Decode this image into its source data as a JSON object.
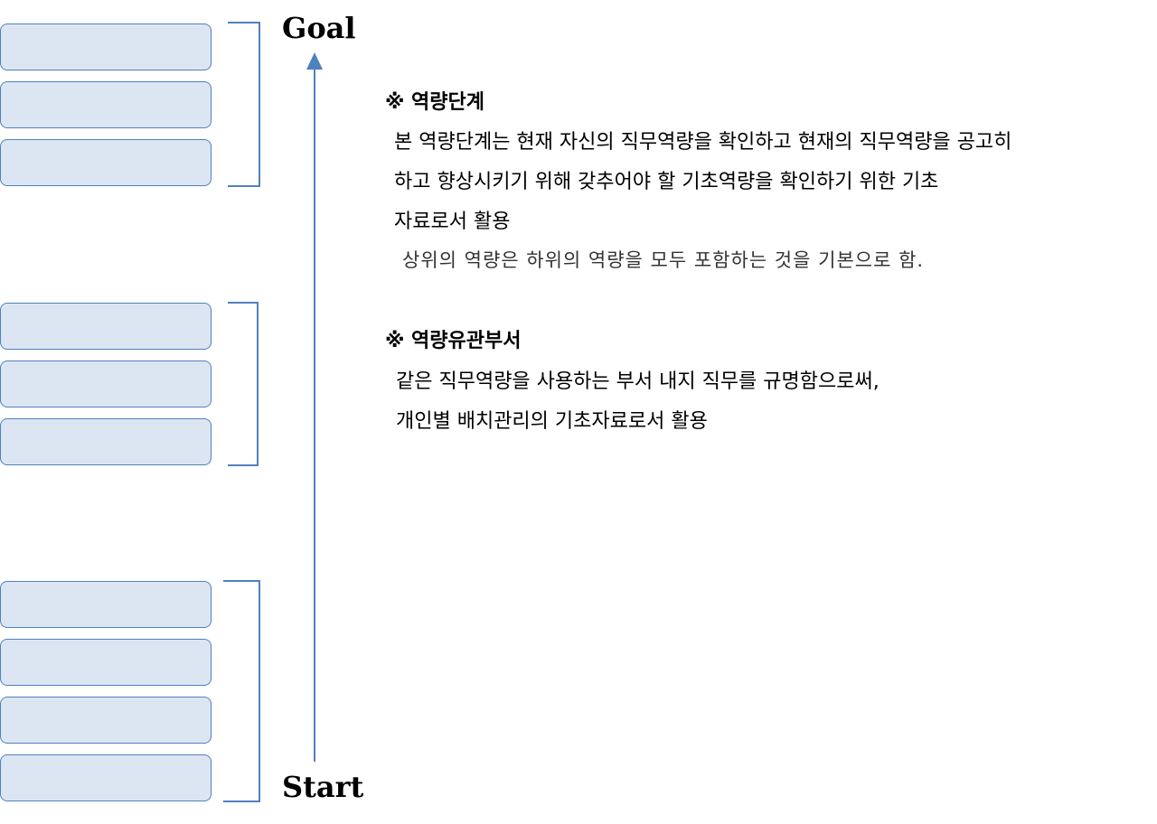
{
  "labels": {
    "goal": "Goal",
    "start": "Start"
  },
  "section_stage": {
    "heading": "※ 역량단계",
    "lines": [
      "본 역량단계는 현재 자신의 직무역량을 확인하고 현재의 직무역량을 공고히",
      "하고 향상시키기 위해 갖추어야 할 기초역량을 확인하기 위한 기초",
      "자료로서 활용"
    ],
    "note": "상위의 역량은 하위의 역량을 모두 포함하는 것을 기본으로 함."
  },
  "section_dept": {
    "heading": "※ 역량유관부서",
    "lines": [
      "같은 직무역량을 사용하는 부서 내지 직무를 규명함으로써,",
      "개인별 배치관리의 기초자료로서 활용"
    ]
  },
  "colors": {
    "box_fill": "#dce6f2",
    "box_border": "#4f81bd",
    "arrow": "#4f81bd"
  }
}
